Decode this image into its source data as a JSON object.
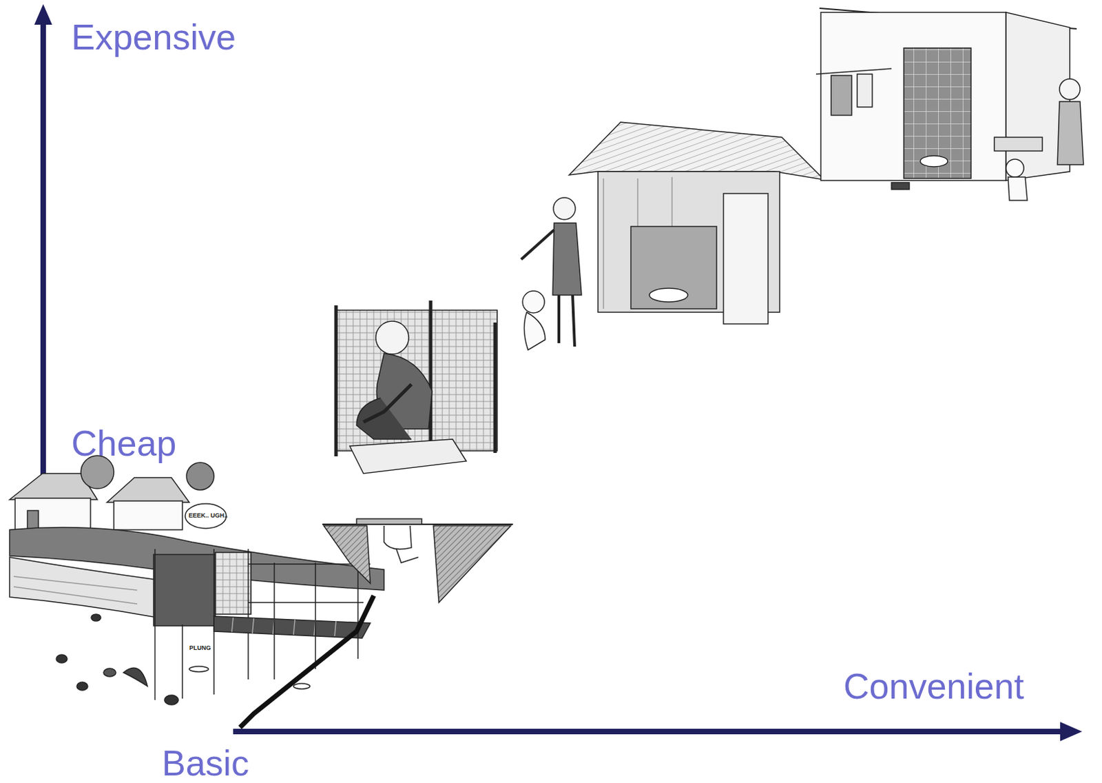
{
  "diagram": {
    "labels": [
      "Expensive",
      "Cheap",
      "Convenient",
      "Basic",
      "EEEK.. UGH..",
      "PLUNG"
    ]
  }
}
